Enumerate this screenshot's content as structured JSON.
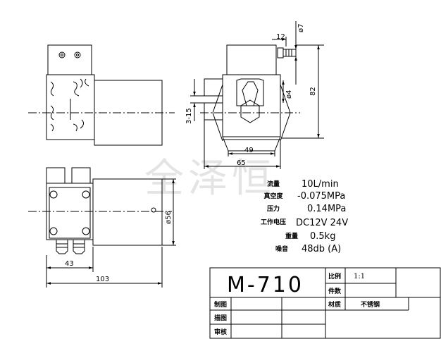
{
  "watermark": "全泽恒",
  "dimensions": {
    "d7": "ø7",
    "d12": "12",
    "d4": "ø4",
    "d82": "82",
    "d3_15": "3-15",
    "d49": "49",
    "d65": "65",
    "d56": "ø56",
    "d43": "43",
    "d103": "103"
  },
  "specs": [
    {
      "label": "流量",
      "value": "10L/min"
    },
    {
      "label": "真空度",
      "value": "-0.075MPa"
    },
    {
      "label": "压力",
      "value": "0.14MPa"
    },
    {
      "label": "工作电压",
      "value": "DC12V  24V"
    },
    {
      "label": "重量",
      "value": "0.5kg"
    },
    {
      "label": "噪音",
      "value": "48db (A)"
    }
  ],
  "title_block": {
    "model": "M-710",
    "scale_label": "比例",
    "scale_value": "1:1",
    "count_label": "件数",
    "material_label": "材质",
    "material_value": "不锈钢",
    "drawn_label": "制图",
    "traced_label": "描图",
    "review_label": "审核"
  }
}
